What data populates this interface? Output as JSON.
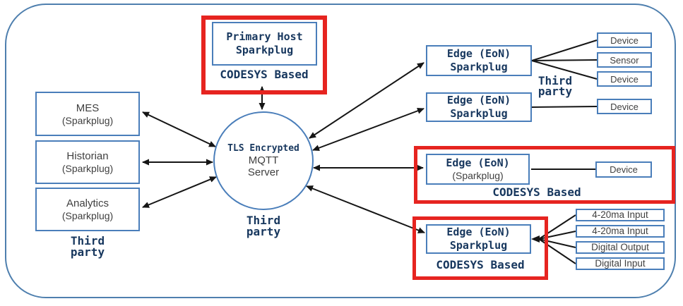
{
  "diagram": {
    "primary_host": {
      "line1": "Primary Host",
      "line2": "Sparkplug",
      "caption": "CODESYS Based"
    },
    "server": {
      "line1": "TLS Encrypted",
      "line2": "MQTT",
      "line3": "Server",
      "caption_line1": "Third",
      "caption_line2": "party"
    },
    "left_caption": {
      "line1": "Third",
      "line2": "party"
    },
    "right_caption": {
      "line1": "Third",
      "line2": "party"
    },
    "left_nodes": [
      {
        "title": "MES",
        "subtitle": "(Sparkplug)"
      },
      {
        "title": "Historian",
        "subtitle": "(Sparkplug)"
      },
      {
        "title": "Analytics",
        "subtitle": "(Sparkplug)"
      }
    ],
    "edge1": {
      "line1": "Edge (EoN)",
      "line2": "Sparkplug"
    },
    "edge2": {
      "line1": "Edge (EoN)",
      "line2": "Sparkplug"
    },
    "edge3": {
      "line1": "Edge (EoN)",
      "line2": "(Sparkplug)",
      "caption": "CODESYS Based"
    },
    "edge4": {
      "line1": "Edge (EoN)",
      "line2": "Sparkplug",
      "caption": "CODESYS Based"
    },
    "edge1_devices": [
      "Device",
      "Sensor",
      "Device"
    ],
    "edge2_device": "Device",
    "edge3_device": "Device",
    "edge4_io": [
      "4-20ma Input",
      "4-20ma Input",
      "Digital Output",
      "Digital Input"
    ]
  },
  "colors": {
    "box_border_blue": "#4a7eba",
    "outer_frame_blue": "#4e7fae",
    "highlight_red": "#e62420",
    "navy_text": "#17375e",
    "gray_text": "#3f3f3f",
    "connector_black": "#151515"
  }
}
